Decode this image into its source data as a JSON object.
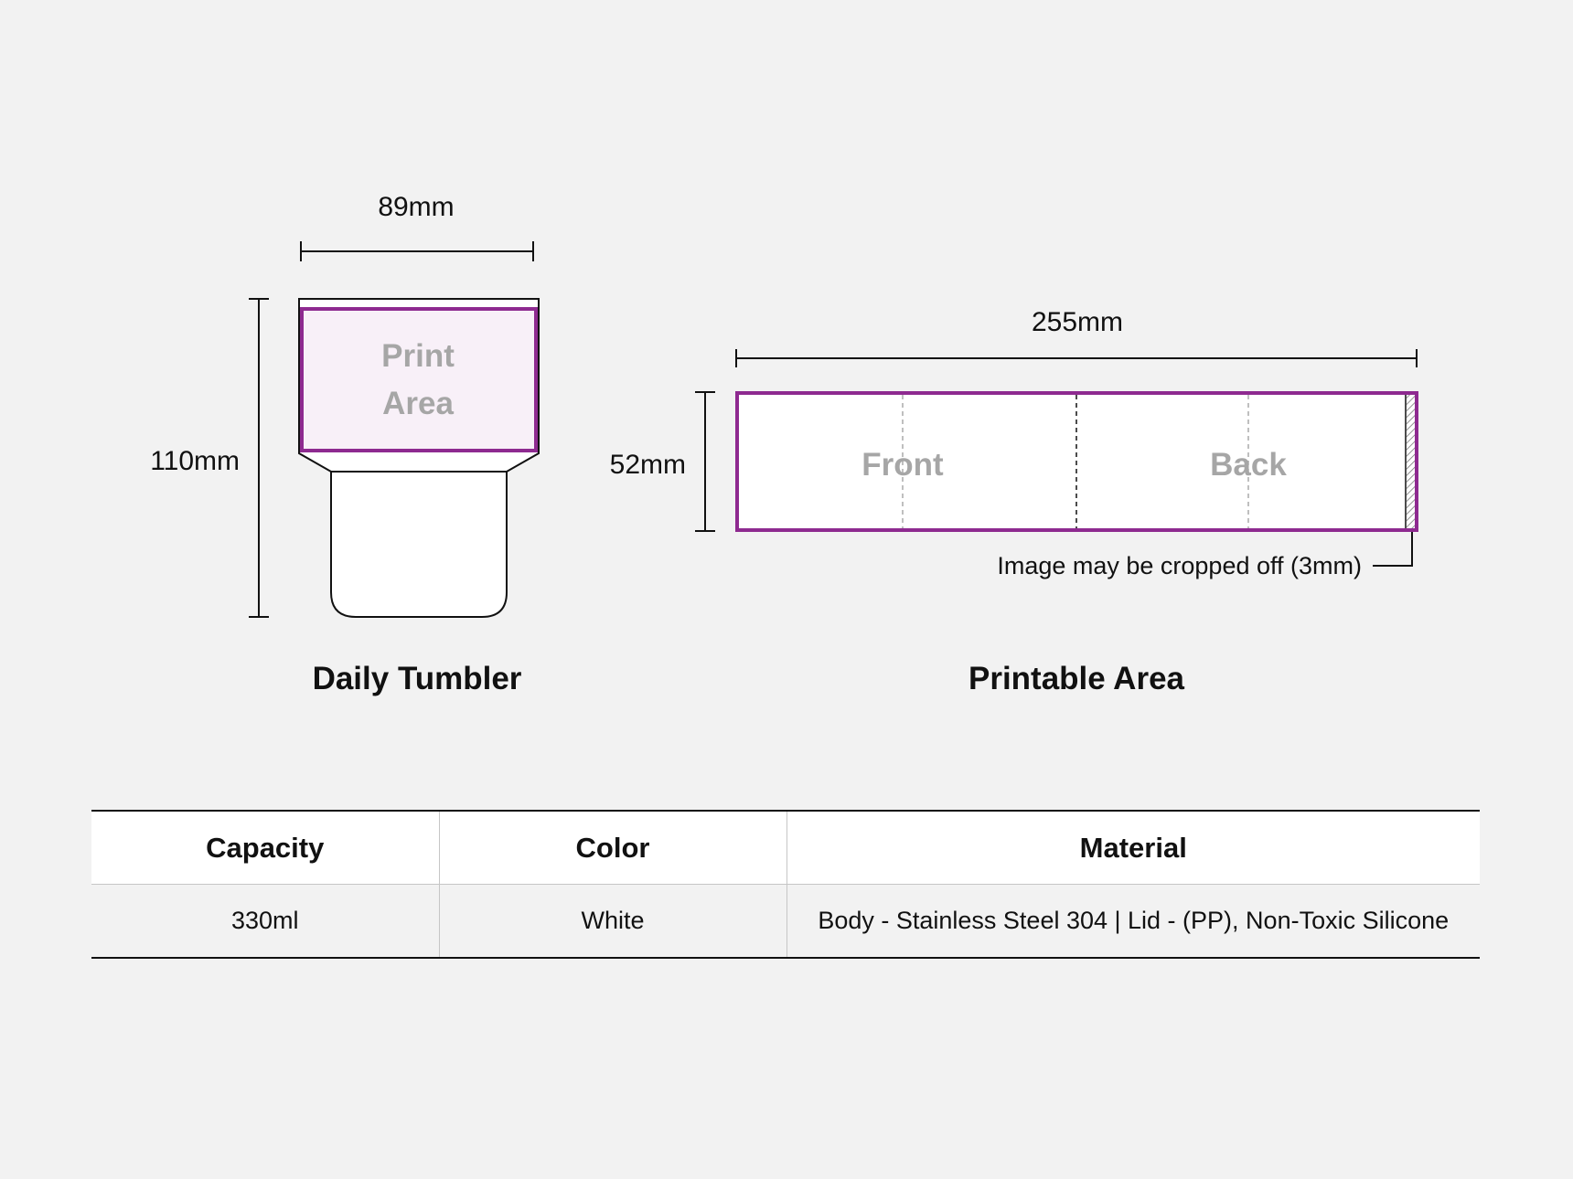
{
  "colors": {
    "accent": "#8e2a90",
    "print_fill": "#f8f0f8",
    "line": "#111111",
    "label_gray": "#a6a6a6"
  },
  "tumbler": {
    "width_label": "89mm",
    "height_label": "110mm",
    "print_area_line1": "Print",
    "print_area_line2": "Area",
    "caption": "Daily Tumbler"
  },
  "printable": {
    "width_label": "255mm",
    "height_label": "52mm",
    "front_label": "Front",
    "back_label": "Back",
    "crop_note": "Image may be cropped off (3mm)",
    "caption": "Printable Area"
  },
  "table": {
    "headers": [
      "Capacity",
      "Color",
      "Material"
    ],
    "row": [
      "330ml",
      "White",
      "Body - Stainless Steel 304 | Lid - (PP), Non-Toxic Silicone"
    ]
  }
}
